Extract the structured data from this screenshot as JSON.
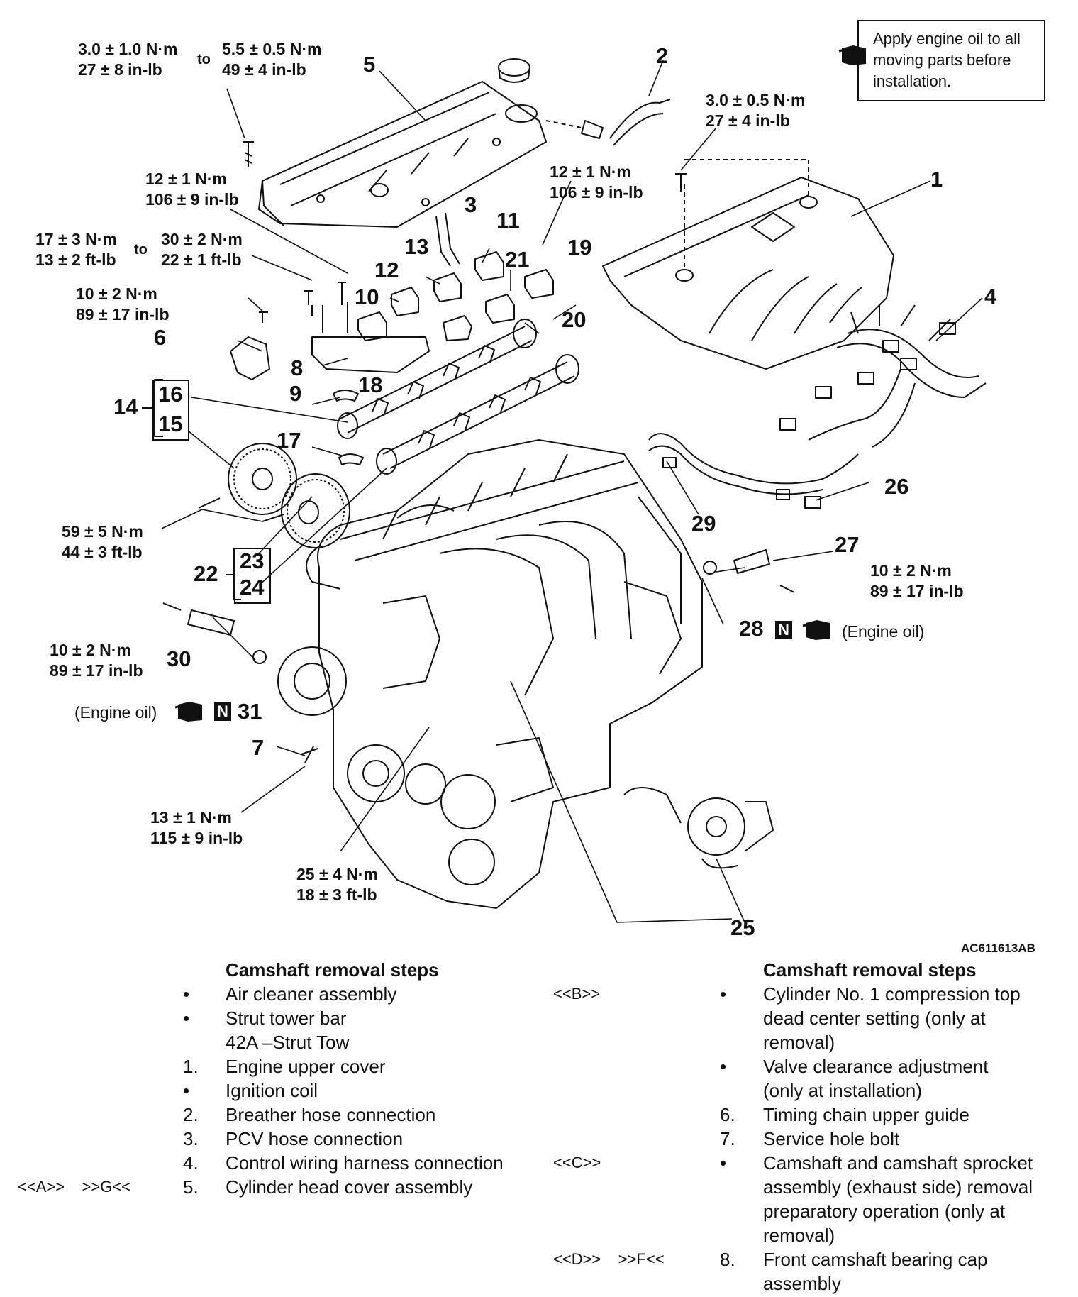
{
  "note": {
    "text": "Apply engine oil to all\nmoving parts before\ninstallation."
  },
  "figure_id": "AC611613AB",
  "torque_labels": {
    "t_head_a": "3.0 ± 1.0 N·m\n27 ± 8 in-lb",
    "t_to": "to",
    "t_head_b": "5.5 ± 0.5 N·m\n49 ± 4 in-lb",
    "t_cover": "3.0 ± 0.5 N·m\n27 ± 4 in-lb",
    "t_12a": "12 ± 1 N·m\n106 ± 9 in-lb",
    "t_12b": "12 ± 1 N·m\n106 ± 9 in-lb",
    "t_17": "17 ± 3 N·m\n13 ± 2 ft-lb",
    "t_30": "30 ± 2 N·m\n22 ± 1 ft-lb",
    "t_10a": "10 ± 2 N·m\n89 ± 17 in-lb",
    "t_59": "59 ± 5 N·m\n44 ± 3 ft-lb",
    "t_10b": "10 ± 2 N·m\n89 ± 17 in-lb",
    "t_10c": "10 ± 2 N·m\n89 ± 17 in-lb",
    "t_13": "13 ± 1 N·m\n115 ± 9 in-lb",
    "t_25": "25 ± 4 N·m\n18 ± 3 ft-lb"
  },
  "engine_oil": "(Engine oil)",
  "n_badge": "N",
  "part_numbers": [
    "1",
    "2",
    "3",
    "4",
    "5",
    "6",
    "7",
    "8",
    "9",
    "10",
    "11",
    "12",
    "13",
    "14",
    "15",
    "16",
    "17",
    "18",
    "19",
    "20",
    "21",
    "22",
    "23",
    "24",
    "25",
    "26",
    "27",
    "28",
    "29",
    "30",
    "31"
  ],
  "left_steps": {
    "heading": "Camshaft removal steps",
    "rows": [
      {
        "marker": "",
        "num": "•",
        "text": "Air cleaner assembly"
      },
      {
        "marker": "",
        "num": "•",
        "text": "Strut tower bar"
      },
      {
        "marker": "",
        "num": "",
        "text": "42A –Strut Tow"
      },
      {
        "marker": "",
        "num": "1.",
        "text": "Engine upper cover"
      },
      {
        "marker": "",
        "num": "•",
        "text": "Ignition coil"
      },
      {
        "marker": "",
        "num": "2.",
        "text": "Breather hose connection"
      },
      {
        "marker": "",
        "num": "3.",
        "text": "PCV hose connection"
      },
      {
        "marker": "",
        "num": "4.",
        "text": "Control wiring harness connection"
      },
      {
        "marker": "<<A>>    >>G<<",
        "num": "5.",
        "text": "Cylinder head cover assembly"
      }
    ]
  },
  "right_steps": {
    "heading": "Camshaft removal steps",
    "rows": [
      {
        "marker": "<<B>>",
        "num": "•",
        "text": "Cylinder No. 1 compression top\ndead center setting (only at\nremoval)"
      },
      {
        "marker": "",
        "num": "•",
        "text": "Valve clearance adjustment\n(only at installation)"
      },
      {
        "marker": "",
        "num": "6.",
        "text": "Timing chain upper guide"
      },
      {
        "marker": "",
        "num": "7.",
        "text": "Service hole bolt"
      },
      {
        "marker": "<<C>>",
        "num": "•",
        "text": "Camshaft and camshaft sprocket\nassembly (exhaust side) removal\npreparatory operation (only at\nremoval)"
      },
      {
        "marker": "<<D>>    >>F<<",
        "num": "8.",
        "text": "Front camshaft bearing cap\nassembly"
      }
    ]
  }
}
